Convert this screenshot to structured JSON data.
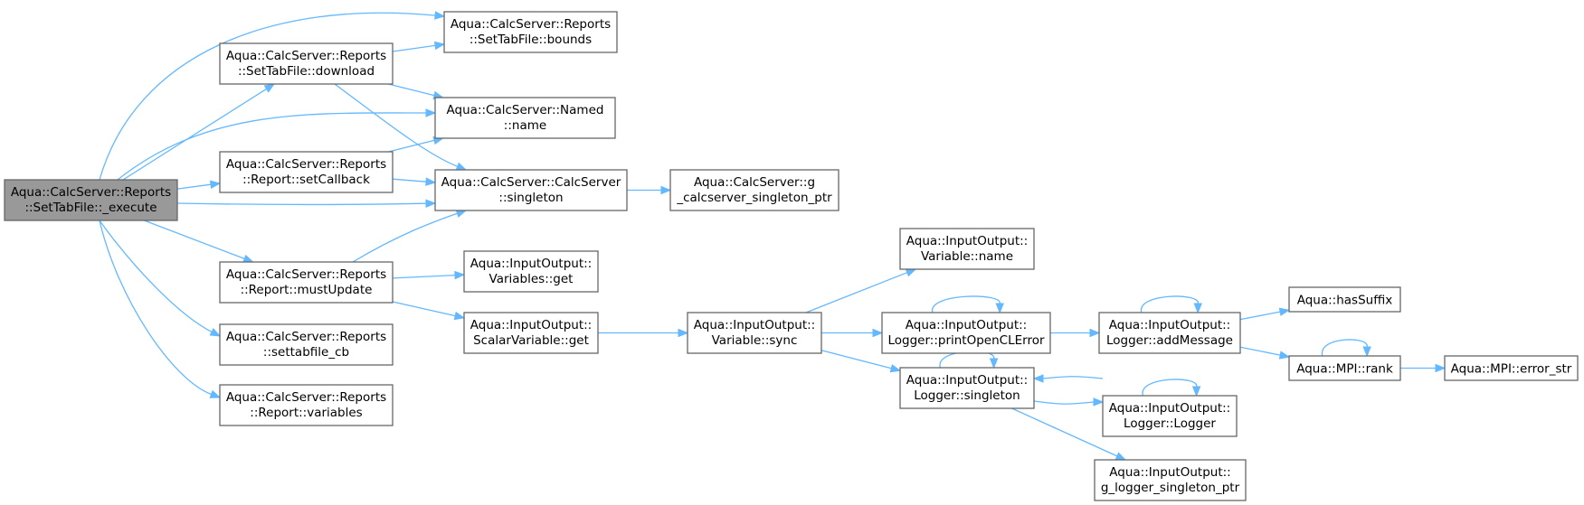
{
  "nodes": {
    "root": [
      "Aqua::CalcServer::Reports",
      "::SetTabFile::_execute"
    ],
    "bounds": [
      "Aqua::CalcServer::Reports",
      "::SetTabFile::bounds"
    ],
    "download": [
      "Aqua::CalcServer::Reports",
      "::SetTabFile::download"
    ],
    "named": [
      "Aqua::CalcServer::Named",
      "::name"
    ],
    "setcb": [
      "Aqua::CalcServer::Reports",
      "::Report::setCallback"
    ],
    "csingle": [
      "Aqua::CalcServer::CalcServer",
      "::singleton"
    ],
    "gcalc": [
      "Aqua::CalcServer::g",
      "_calcserver_singleton_ptr"
    ],
    "mustupd": [
      "Aqua::CalcServer::Reports",
      "::Report::mustUpdate"
    ],
    "varsget": [
      "Aqua::InputOutput::",
      "Variables::get"
    ],
    "scalget": [
      "Aqua::InputOutput::",
      "ScalarVariable::get"
    ],
    "settabcb": [
      "Aqua::CalcServer::Reports",
      "::settabfile_cb"
    ],
    "repvars": [
      "Aqua::CalcServer::Reports",
      "::Report::variables"
    ],
    "varname": [
      "Aqua::InputOutput::",
      "Variable::name"
    ],
    "varsync": [
      "Aqua::InputOutput::",
      "Variable::sync"
    ],
    "printocl": [
      "Aqua::InputOutput::",
      "Logger::printOpenCLError"
    ],
    "addmsg": [
      "Aqua::InputOutput::",
      "Logger::addMessage"
    ],
    "hassuffix": [
      "Aqua::hasSuffix"
    ],
    "mpirank": [
      "Aqua::MPI::rank"
    ],
    "errstr": [
      "Aqua::MPI::error_str"
    ],
    "lsingle": [
      "Aqua::InputOutput::",
      "Logger::singleton"
    ],
    "logger": [
      "Aqua::InputOutput::",
      "Logger::Logger"
    ],
    "glogger": [
      "Aqua::InputOutput::",
      "g_logger_singleton_ptr"
    ]
  },
  "edges": [
    [
      "root",
      "bounds"
    ],
    [
      "root",
      "download"
    ],
    [
      "root",
      "named"
    ],
    [
      "root",
      "setcb"
    ],
    [
      "root",
      "csingle"
    ],
    [
      "root",
      "mustupd"
    ],
    [
      "root",
      "settabcb"
    ],
    [
      "root",
      "repvars"
    ],
    [
      "download",
      "bounds"
    ],
    [
      "download",
      "named"
    ],
    [
      "download",
      "csingle"
    ],
    [
      "setcb",
      "named"
    ],
    [
      "setcb",
      "csingle"
    ],
    [
      "csingle",
      "gcalc"
    ],
    [
      "mustupd",
      "csingle"
    ],
    [
      "mustupd",
      "varsget"
    ],
    [
      "mustupd",
      "scalget"
    ],
    [
      "scalget",
      "varsync"
    ],
    [
      "varsync",
      "varname"
    ],
    [
      "varsync",
      "printocl"
    ],
    [
      "varsync",
      "lsingle"
    ],
    [
      "printocl",
      "printocl"
    ],
    [
      "printocl",
      "addmsg"
    ],
    [
      "addmsg",
      "addmsg"
    ],
    [
      "addmsg",
      "hassuffix"
    ],
    [
      "addmsg",
      "mpirank"
    ],
    [
      "mpirank",
      "mpirank"
    ],
    [
      "mpirank",
      "errstr"
    ],
    [
      "lsingle",
      "lsingle"
    ],
    [
      "lsingle",
      "logger"
    ],
    [
      "lsingle",
      "glogger"
    ],
    [
      "logger",
      "logger"
    ],
    [
      "logger",
      "lsingle"
    ]
  ],
  "colors": {
    "edge": "#63b8ff",
    "node_border": "#666666",
    "root_fill": "#999999"
  }
}
